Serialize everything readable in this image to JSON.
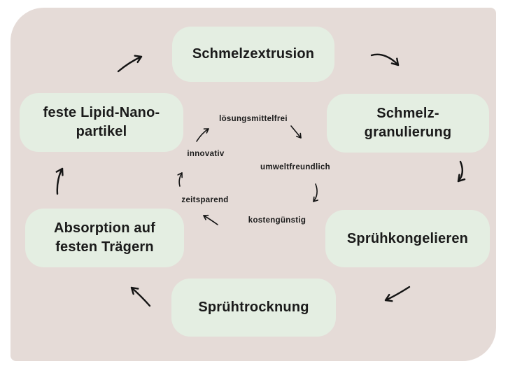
{
  "diagram": {
    "type": "cycle",
    "language": "de",
    "nodes": {
      "schmelzextrusion": {
        "line1": "Schmelzextrusion"
      },
      "schmelzgranulierung": {
        "line1": "Schmelz-",
        "line2": "granulierung"
      },
      "spruehkongelieren": {
        "line1": "Sprühkongelieren"
      },
      "spruehtrocknung": {
        "line1": "Sprühtrocknung"
      },
      "absorption": {
        "line1": "Absorption auf",
        "line2": "festen Trägern"
      },
      "lipid": {
        "line1": "feste Lipid-Nano-",
        "line2": "partikel"
      }
    },
    "inner": {
      "loesungsmittelfrei": "lösungsmittelfrei",
      "umweltfreundlich": "umweltfreundlich",
      "kostenguenstig": "kostengünstig",
      "zeitsparend": "zeitsparend",
      "innovativ": "innovativ"
    },
    "colors": {
      "page_bg": "#ffffff",
      "panel_bg": "#e5dbd7",
      "node_bg": "#e4eee2",
      "text": "#1a1a1a",
      "arrow": "#141414"
    }
  }
}
